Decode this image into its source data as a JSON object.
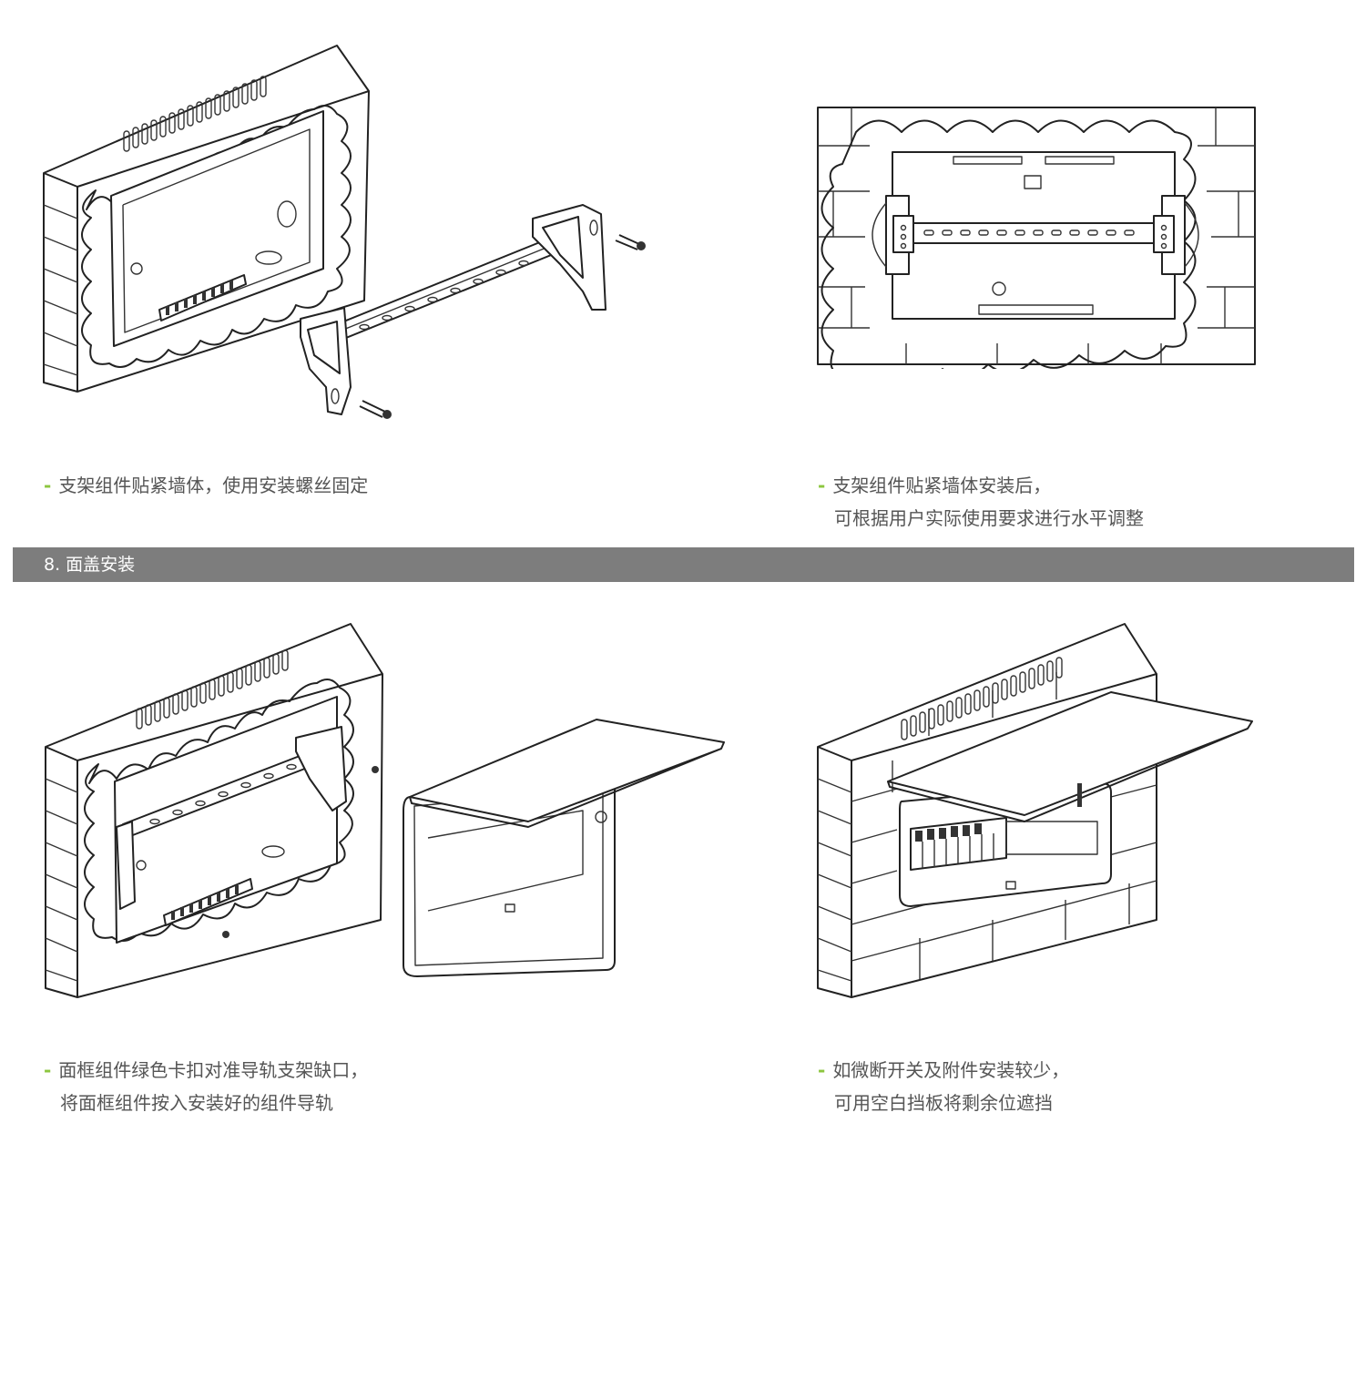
{
  "steps": [
    {
      "caption_lines": [
        "支架组件贴紧墙体，使用安装螺丝固定"
      ]
    },
    {
      "caption_lines": [
        "支架组件贴紧墙体安装后，",
        "可根据用户实际使用要求进行水平调整"
      ]
    }
  ],
  "section": {
    "title": "8. 面盖安装"
  },
  "steps2": [
    {
      "caption_lines": [
        "面框组件绿色卡扣对准导轨支架缺口，",
        "将面框组件按入安装好的组件导轨"
      ]
    },
    {
      "caption_lines": [
        "如微断开关及附件安装较少，",
        "可用空白挡板将剩余位遮挡"
      ]
    }
  ],
  "colors": {
    "section_bar": "#7d7d7d",
    "dash_accent": "#8cc63f",
    "caption_text": "#555555"
  }
}
